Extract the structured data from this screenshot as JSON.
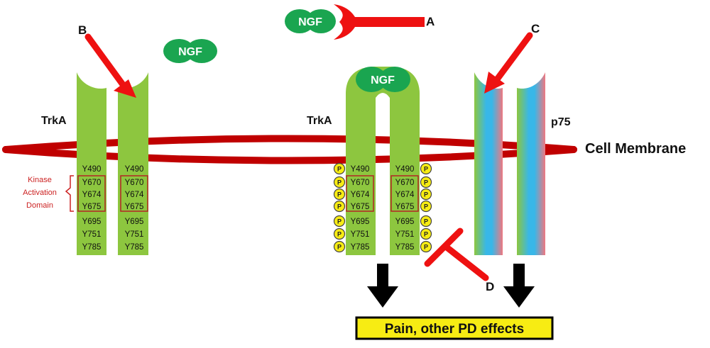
{
  "labels": {
    "letter_a": "A",
    "letter_b": "B",
    "letter_c": "C",
    "letter_d": "D",
    "trka_left": "TrkA",
    "trka_right": "TrkA",
    "p75": "p75",
    "cell_membrane": "Cell Membrane",
    "outcome": "Pain, other PD effects"
  },
  "ngf": {
    "free": "NGF",
    "antibody_bound": "NGF",
    "receptor_bound": "NGF"
  },
  "kinase_domain": {
    "line1": "Kinase",
    "line2": "Activation",
    "line3": "Domain"
  },
  "residues": [
    "Y490",
    "Y670",
    "Y674",
    "Y675",
    "Y695",
    "Y751",
    "Y785"
  ],
  "phospho_symbol": "P",
  "colors": {
    "receptor_green": "#8dc63f",
    "ngf_green": "#1aa550",
    "membrane_red": "#c00000",
    "inhibitor_red": "#ee1111",
    "p75_blue": "#38b7e8",
    "p75_pink": "#f07880",
    "phospho_yellow": "#f7ec13",
    "outcome_box": "#f7ec13"
  }
}
